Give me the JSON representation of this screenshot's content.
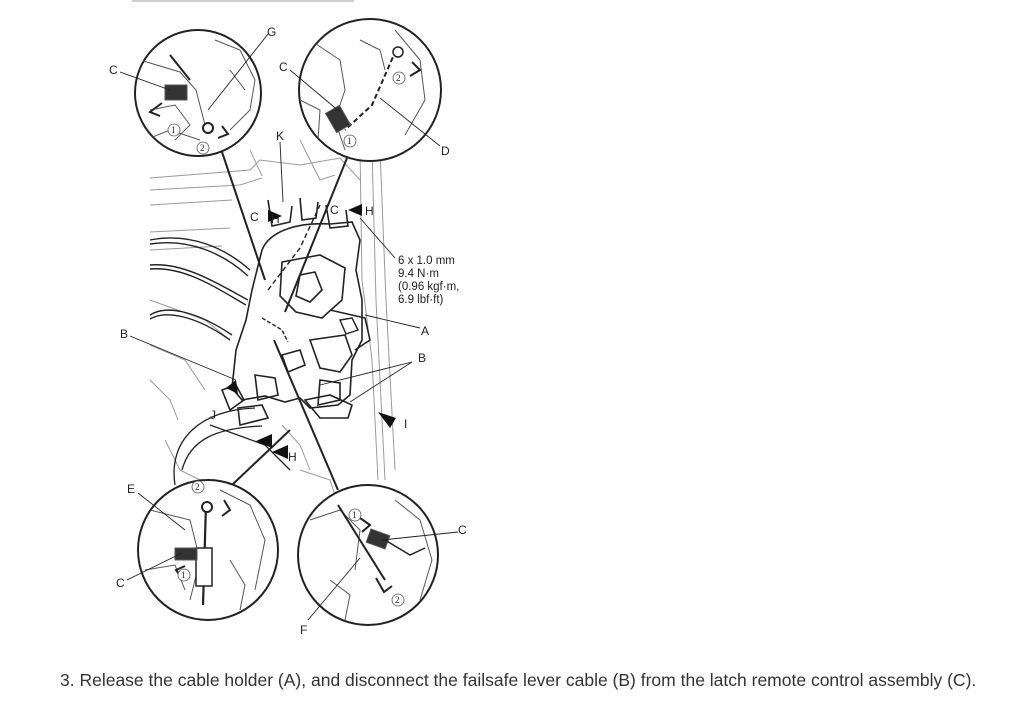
{
  "diagram": {
    "callouts": {
      "A": "A",
      "B": "B",
      "C": "C",
      "D": "D",
      "E": "E",
      "F": "F",
      "G": "G",
      "H": "H",
      "I": "I",
      "J": "J",
      "K": "K"
    },
    "step_marks": {
      "one": "1",
      "two": "2"
    },
    "torque_spec": {
      "size": "6 x 1.0 mm",
      "newton_meters": "9.4 N·m",
      "kgf_m": "(0.96 kgf·m,",
      "lbf_ft": "6.9 lbf·ft)"
    }
  },
  "caption": {
    "text": "3. Release the cable holder (A), and disconnect the failsafe lever cable (B) from the latch remote control assembly (C)."
  },
  "colors": {
    "line": "#222222",
    "light_line": "#9a9a9a",
    "text": "#333333"
  }
}
